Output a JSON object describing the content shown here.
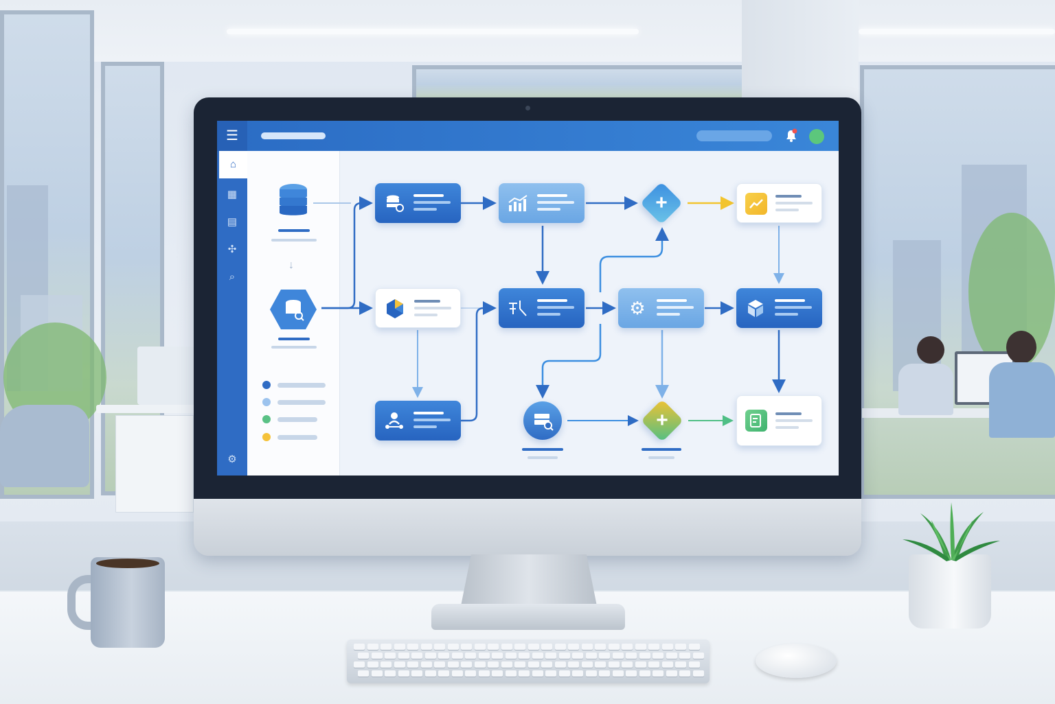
{
  "screen": {
    "topbar": {
      "menu_icon": "menu-icon",
      "notification_icon": "bell-icon"
    },
    "sidebar": {
      "items": [
        {
          "icon": "home-icon",
          "glyph": "⌂",
          "active": true
        },
        {
          "icon": "grid-icon",
          "glyph": "▦",
          "active": false
        },
        {
          "icon": "card-icon",
          "glyph": "▤",
          "active": false
        },
        {
          "icon": "network-icon",
          "glyph": "✣",
          "active": false
        },
        {
          "icon": "search-icon",
          "glyph": "⌕",
          "active": false
        }
      ],
      "bottom": {
        "icon": "gear-icon",
        "glyph": "⚙"
      }
    },
    "panel": {
      "sources": [
        "database-icon",
        "database-hexagon-icon"
      ],
      "legend_colors": [
        "#2f6cc4",
        "#9cc3ee",
        "#59c185",
        "#f5c23a"
      ]
    },
    "workflow": {
      "nodes": [
        {
          "id": "n1",
          "style": "dark",
          "icon": "database-icon"
        },
        {
          "id": "n2",
          "style": "light",
          "icon": "bar-chart-icon"
        },
        {
          "id": "n3",
          "style": "white",
          "icon": "trend-chart-icon"
        },
        {
          "id": "n4",
          "style": "white",
          "icon": "pie-chart-icon"
        },
        {
          "id": "n5",
          "style": "dark",
          "icon": "filter-icon"
        },
        {
          "id": "n6",
          "style": "light",
          "icon": "gear-icon"
        },
        {
          "id": "n7",
          "style": "dark",
          "icon": "cube-icon"
        },
        {
          "id": "n8",
          "style": "dark",
          "icon": "user-network-icon"
        },
        {
          "id": "n9",
          "style": "white",
          "icon": "report-icon"
        }
      ],
      "decisions": [
        {
          "id": "d1",
          "icon": "plus-icon",
          "colors": [
            "#3b8ee0",
            "#6cc4e8"
          ]
        },
        {
          "id": "d2",
          "icon": "plus-icon",
          "colors": [
            "#f1c232",
            "#4fbf85"
          ]
        }
      ],
      "circle_node": {
        "icon": "server-search-icon"
      },
      "accent_colors": {
        "primary": "#2f6cc4",
        "yellow": "#f2c42e",
        "green": "#4fbf85"
      }
    }
  }
}
